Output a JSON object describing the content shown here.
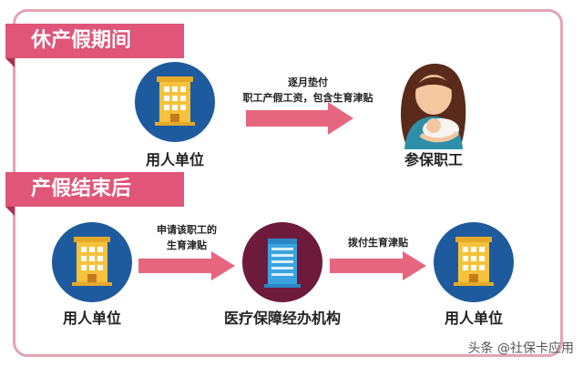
{
  "sections": {
    "maternity_leave_title": "休产假期间",
    "after_leave_title": "产假结束后"
  },
  "top_row": {
    "employer_label": "用人单位",
    "arrow_note_line1": "逐月垫付",
    "arrow_note_line2": "职工产假工资，包含生育津贴",
    "employee_label": "参保职工"
  },
  "bottom_row": {
    "employer_label_left": "用人单位",
    "arrow1_note_line1": "申请该职工的",
    "arrow1_note_line2": "生育津贴",
    "agency_label": "医疗保障经办机构",
    "arrow2_note": "拨付生育津贴",
    "employer_label_right": "用人单位"
  },
  "watermark": "头条 @社保卡应用",
  "colors": {
    "banner": "#e05578",
    "border": "#e3a4b5",
    "arrow": "#e7667f",
    "employer_circle": "#1e5b9e",
    "agency_circle": "#6e1a3a"
  }
}
